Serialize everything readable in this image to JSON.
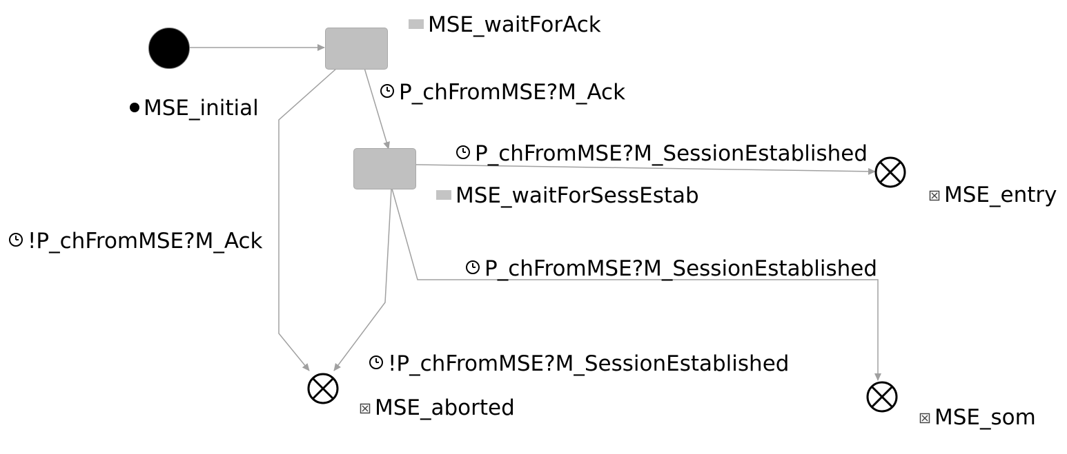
{
  "states": {
    "wait_for_ack": "MSE_waitForAck",
    "wait_for_sess_estab": "MSE_waitForSessEstab",
    "initial": "MSE_initial",
    "entry": "MSE_entry",
    "aborted": "MSE_aborted",
    "som": "MSE_som"
  },
  "transitions": {
    "ack_received": "P_chFromMSE?M_Ack",
    "ack_not_received": "!P_chFromMSE?M_Ack",
    "session_established_entry": "P_chFromMSE?M_SessionEstablished",
    "session_established_som": "P_chFromMSE?M_SessionEstablished",
    "session_not_established": "!P_chFromMSE?M_SessionEstablished"
  },
  "icons": {
    "state": "state-rect-icon",
    "initial": "filled-dot-icon",
    "final": "crossed-box-icon",
    "transition": "clock-icon"
  },
  "colors": {
    "state_fill": "#c0c0c0",
    "edge": "#a0a0a0",
    "text": "#000000"
  }
}
